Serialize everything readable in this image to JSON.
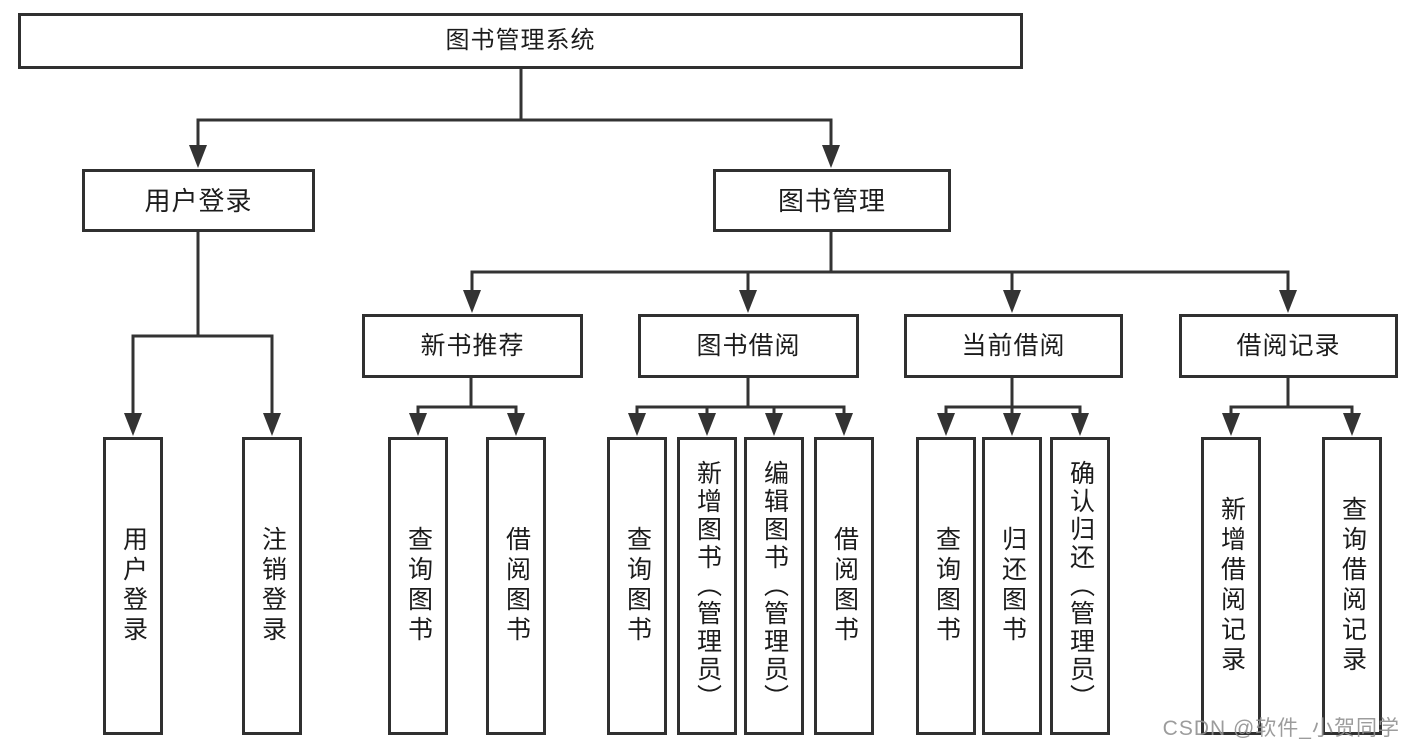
{
  "tree": {
    "root": "图书管理系统",
    "user_login": {
      "label": "用户登录",
      "children": [
        "用户登录",
        "注销登录"
      ]
    },
    "book_mgmt": {
      "label": "图书管理",
      "sections": [
        {
          "label": "新书推荐",
          "children": [
            "查询图书",
            "借阅图书"
          ]
        },
        {
          "label": "图书借阅",
          "children": [
            "查询图书",
            "新增图书（管理员）",
            "编辑图书（管理员）",
            "借阅图书"
          ]
        },
        {
          "label": "当前借阅",
          "children": [
            "查询图书",
            "归还图书",
            "确认归还（管理员）"
          ]
        },
        {
          "label": "借阅记录",
          "children": [
            "新增借阅记录",
            "查询借阅记录"
          ]
        }
      ]
    }
  },
  "watermark": "CSDN @软件_小贺同学",
  "colors": {
    "line": "#333333",
    "box_border": "#303030",
    "text": "#1c1c1c",
    "watermark": "#919191",
    "background": "#ffffff"
  }
}
